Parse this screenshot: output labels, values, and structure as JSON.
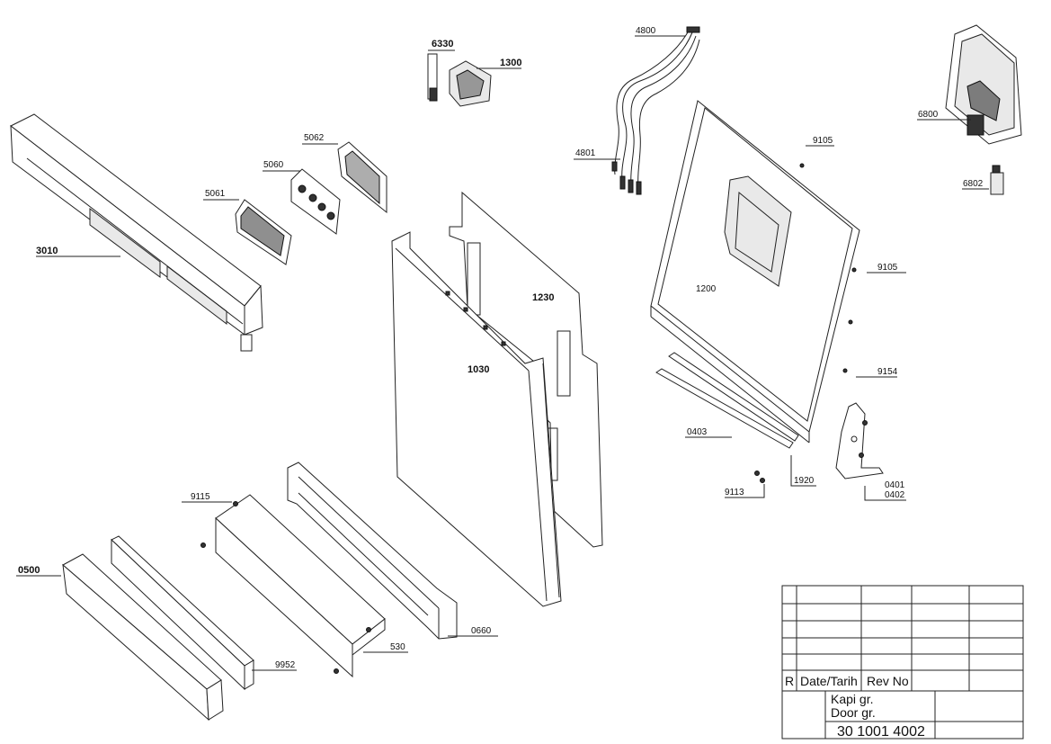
{
  "callouts": {
    "c0500": "0500",
    "c3010": "3010",
    "c5061": "5061",
    "c5060": "5060",
    "c5062": "5062",
    "c6330": "6330",
    "c1300": "1300",
    "c4800": "4800",
    "c4801": "4801",
    "c9105a": "9105",
    "c9105b": "9105",
    "c1200": "1200",
    "c1230": "1230",
    "c1030": "1030",
    "c9154": "9154",
    "c0403": "0403",
    "c1920": "1920",
    "c9113": "9113",
    "c0401": "0401",
    "c0402": "0402",
    "c9115": "9115",
    "c530": "530",
    "c9952": "9952",
    "c0660": "0660",
    "c6800": "6800",
    "c6802": "6802"
  },
  "title_block": {
    "r_label": "R",
    "date_label": "Date/Tarih",
    "rev_label": "Rev No",
    "name_tr": "Kapi gr.",
    "name_en": "Door gr.",
    "drawing_no": "30 1001 4002"
  }
}
